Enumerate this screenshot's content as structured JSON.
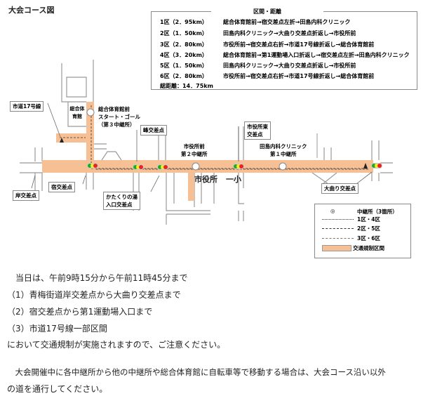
{
  "title": "大会コース図",
  "route_table": {
    "heading": "区間・距離",
    "rows": [
      {
        "section": "1区（2．95km）",
        "route": "総合体育館前→宿交差点左折→田島内科クリニック"
      },
      {
        "section": "2区（1．50km）",
        "route": "田島内科クリニック→大曲り交差点折返し→市役所前"
      },
      {
        "section": "3区（2．80km）",
        "route": "市役所前→宿交差点右折→市道17号線折返し→総合体育館前"
      },
      {
        "section": "4区（3．20km）",
        "route": "総合体育館前→第1運動場入口折返し→宿交差点左折→田島内科クリニック"
      },
      {
        "section": "5区（1．50km）",
        "route": "田島内科クリニック→大曲り交差点折返し→市役所前"
      },
      {
        "section": "6区（2．80km）",
        "route": "市役所前→宿交差点右折→市道17号線折返し→総合体育館前"
      }
    ],
    "total": "総距離：14．75km"
  },
  "map": {
    "road17": "市道17号線",
    "gym": "総合体育館",
    "start_goal": [
      "総合体育館前",
      "スタート・ゴール",
      "（第３中継所）"
    ],
    "mine": "峰交差点",
    "shuku": "宿交差点",
    "kishi": "岸交差点",
    "katakuri": [
      "かたくりの湯",
      "入口交差点"
    ],
    "cityhall_front": [
      "市役所前",
      "第２中継所"
    ],
    "cityhall_east": [
      "市役所東",
      "交差点"
    ],
    "tajima": [
      "田島内科クリニック",
      "第１中継所"
    ],
    "omagari": "大曲り交差点",
    "cityhall": "市役所",
    "school": "一小",
    "road_color": "#f6bf94"
  },
  "legend": {
    "relay": "中継所（3箇所）",
    "l1": "1区・4区",
    "l2": "2区・5区",
    "l3": "3区・6区",
    "restricted": "交通規制区間"
  },
  "notice": [
    "　当日は、午前9時15分から午前11時45分まで",
    "（1）青梅街道岸交差点から大曲り交差点まで",
    "（2）宿交差点から第1運動場入口まで",
    "（3）市道17号線一部区間",
    "において交通規制が実施されますので、ご注意ください。",
    "　大会開催中に各中継所から他の中継所や総合体育館に自転車等で移動する場合は、大会コース沿い以外",
    "の道を通行してください。"
  ]
}
